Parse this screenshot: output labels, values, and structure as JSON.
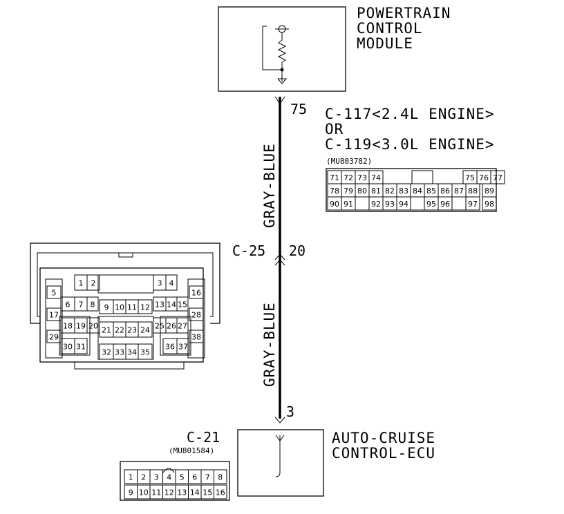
{
  "pcm": {
    "label_lines": [
      "POWERTRAIN",
      "CONTROL",
      "MODULE"
    ]
  },
  "acc": {
    "label_lines": [
      "AUTO-CRUISE",
      "CONTROL-ECU"
    ]
  },
  "wire": {
    "upper_color": "GRAY-BLUE",
    "lower_color": "GRAY-BLUE",
    "pcm_pin": "75",
    "junction_connector": "C-25",
    "junction_pin": "20",
    "acc_pin": "3"
  },
  "connector_c117": {
    "title_lines": [
      "C-117<2.4L ENGINE>",
      "OR",
      "C-119<3.0L ENGINE>"
    ],
    "part_number": "(MU803782)",
    "rows": [
      [
        "71",
        "72",
        "73",
        "74",
        "",
        "",
        "",
        "",
        "75",
        "76",
        "77"
      ],
      [
        "78",
        "79",
        "80",
        "81",
        "82",
        "83",
        "84",
        "85",
        "86",
        "87",
        "88",
        "89"
      ],
      [
        "90",
        "91",
        "",
        "92",
        "93",
        "94",
        "",
        "95",
        "96",
        "",
        "97",
        "98"
      ]
    ]
  },
  "connector_c25": {
    "pins": [
      "1",
      "2",
      "3",
      "4",
      "5",
      "6",
      "7",
      "8",
      "9",
      "10",
      "11",
      "12",
      "13",
      "14",
      "15",
      "16",
      "17",
      "18",
      "19",
      "20",
      "21",
      "22",
      "23",
      "24",
      "25",
      "26",
      "27",
      "28",
      "29",
      "30",
      "31",
      "32",
      "33",
      "34",
      "35",
      "36",
      "37",
      "38"
    ]
  },
  "connector_c21": {
    "name": "C-21",
    "part_number": "(MU801584)",
    "top_row": [
      "1",
      "2",
      "3",
      "4",
      "5",
      "6",
      "7",
      "8"
    ],
    "bottom_row": [
      "9",
      "10",
      "11",
      "12",
      "13",
      "14",
      "15",
      "16"
    ]
  }
}
